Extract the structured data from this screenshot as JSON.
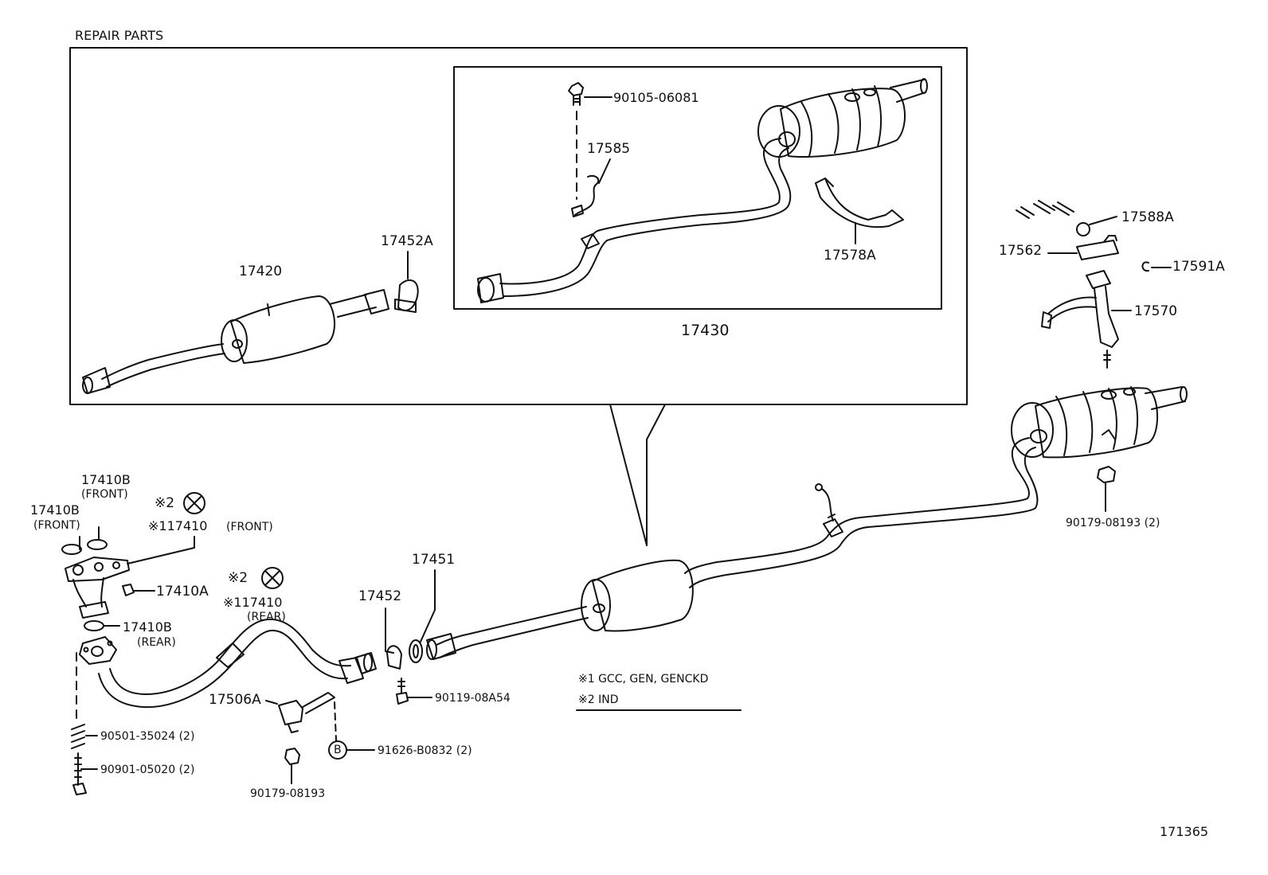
{
  "section_title": "REPAIR PARTS",
  "drawing_number": "171365",
  "colors": {
    "line": "#111111",
    "background": "#ffffff"
  },
  "inset": {
    "muffler_assembly": "17430",
    "parts": {
      "bolt": "90105-06081",
      "sensor_bracket": "17585",
      "bracket": "17578A",
      "center_pipe": "17420",
      "clamp": "17452A"
    }
  },
  "main": {
    "gasket_front_a": {
      "number": "17410B",
      "qualifier": "(FRONT)"
    },
    "gasket_front_b": {
      "number": "17410B",
      "qualifier": "(FRONT)"
    },
    "note2_front": {
      "mark": "※2",
      "icon": "circled-x-icon"
    },
    "pipe_front": {
      "number": "※117410",
      "qualifier": "(FRONT)"
    },
    "nut_17410a": "17410A",
    "gasket_rear": {
      "number": "17410B",
      "qualifier": "(REAR)"
    },
    "note2_rear": {
      "mark": "※2",
      "icon": "circled-x-icon"
    },
    "pipe_rear": {
      "number": "※117410",
      "qualifier": "(REAR)"
    },
    "clamp_17452": "17452",
    "gasket_17451": "17451",
    "bolt_90119": "90119-08A54",
    "bracket_17506a": "17506A",
    "spring": "90501-35024 (2)",
    "bolt_90901": "90901-05020 (2)",
    "circle_b": "B",
    "bolt_91626": "91626-B0832 (2)",
    "nut_90179_lower": "90179-08193",
    "nut_90179_tail": "90179-08193 (2)",
    "bracket_17570": "17570",
    "insulator_17562": "17562",
    "cap_17588a": "17588A",
    "clip_17591a": "17591A"
  },
  "notes": [
    "※1 GCC, GEN, GENCKD",
    "※2 IND"
  ]
}
